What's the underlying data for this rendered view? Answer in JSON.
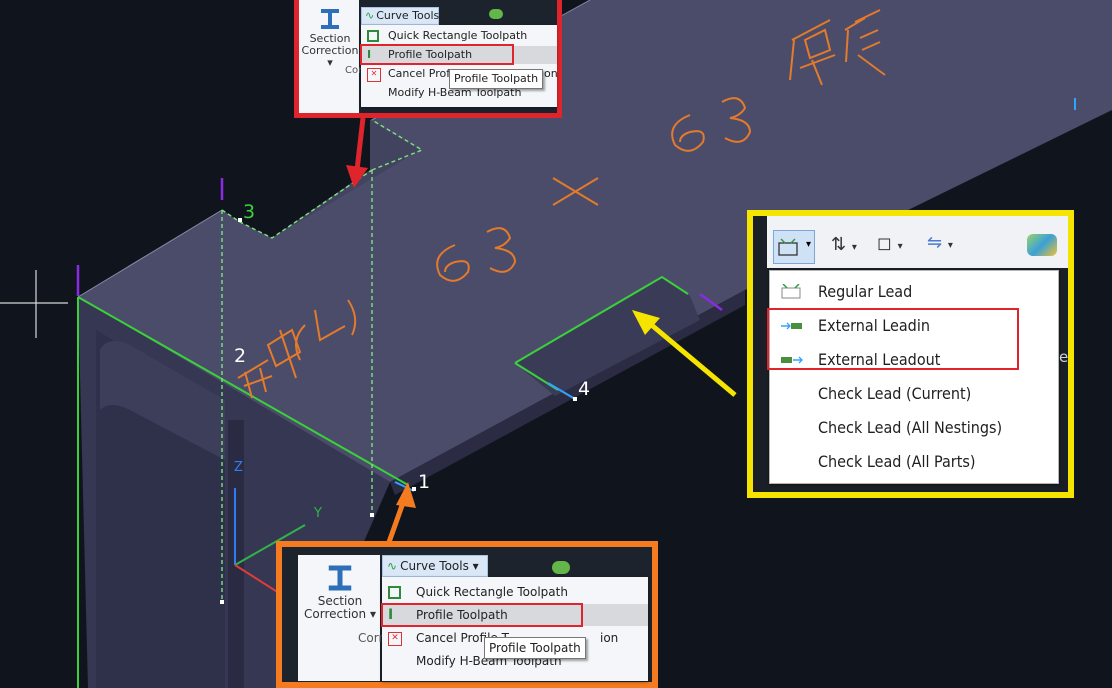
{
  "viewport": {
    "points": {
      "p1": "1",
      "p2": "2",
      "p3": "3",
      "p4": "4"
    },
    "axes": {
      "x": "",
      "y": "Y",
      "z": "Z"
    },
    "engraving": {
      "line1": "角钢(L)  63 X 63 厚度"
    }
  },
  "top_callout": {
    "curve_tools_label": "Curve Tools",
    "section_correction_label_1": "Section",
    "section_correction_label_2": "Correction",
    "group_label_fragment": "Corr",
    "items": [
      {
        "label": "Quick Rectangle Toolpath",
        "icon": "rectangle-toolpath-icon"
      },
      {
        "label": "Profile Toolpath",
        "icon": "profile-toolpath-icon"
      },
      {
        "label": "Cancel Profile Toolpath Modification",
        "icon": "cancel-icon"
      },
      {
        "label": "Modify H-Beam Toolpath",
        "icon": "none"
      }
    ],
    "visible_item_3": "Cancel Profile T",
    "visible_item_3_tail": "ion",
    "tooltip": "Profile Toolpath",
    "border_color": "#e0242b"
  },
  "bottom_callout": {
    "curve_tools_label": "Curve Tools",
    "section_correction_label_1": "Section",
    "section_correction_label_2": "Correction",
    "group_label_fragment": "Corr",
    "items": [
      {
        "label": "Quick Rectangle Toolpath",
        "icon": "rectangle-toolpath-icon"
      },
      {
        "label": "Profile Toolpath",
        "icon": "profile-toolpath-icon"
      },
      {
        "label": "Cancel Profile Toolpath Modification",
        "icon": "cancel-icon"
      },
      {
        "label": "Modify H-Beam Toolpath",
        "icon": "none"
      }
    ],
    "visible_item_3": "Cancel Profile T",
    "visible_item_3_tail": "ion",
    "tooltip": "Profile Toolpath",
    "border_color": "#f47b20"
  },
  "lead_callout": {
    "border_color": "#f5e400",
    "right_fragment": "e",
    "items": [
      {
        "label": "Regular Lead",
        "icon": "regular-lead-icon"
      },
      {
        "label": "External Leadin",
        "icon": "external-leadin-icon"
      },
      {
        "label": "External Leadout",
        "icon": "external-leadout-icon"
      },
      {
        "label": "Check Lead (Current)",
        "icon": "none"
      },
      {
        "label": "Check Lead (All Nestings)",
        "icon": "none"
      },
      {
        "label": "Check Lead (All Parts)",
        "icon": "none"
      }
    ]
  },
  "colors": {
    "background": "#10151d",
    "steel_top": "#4b4c69",
    "steel_side": "#363752",
    "engraving": "#e37a2c",
    "toolpath_green": "#3ad13a",
    "highlight_red": "#e0242b",
    "arrow_yellow": "#f5e400",
    "arrow_orange": "#f47b20"
  }
}
